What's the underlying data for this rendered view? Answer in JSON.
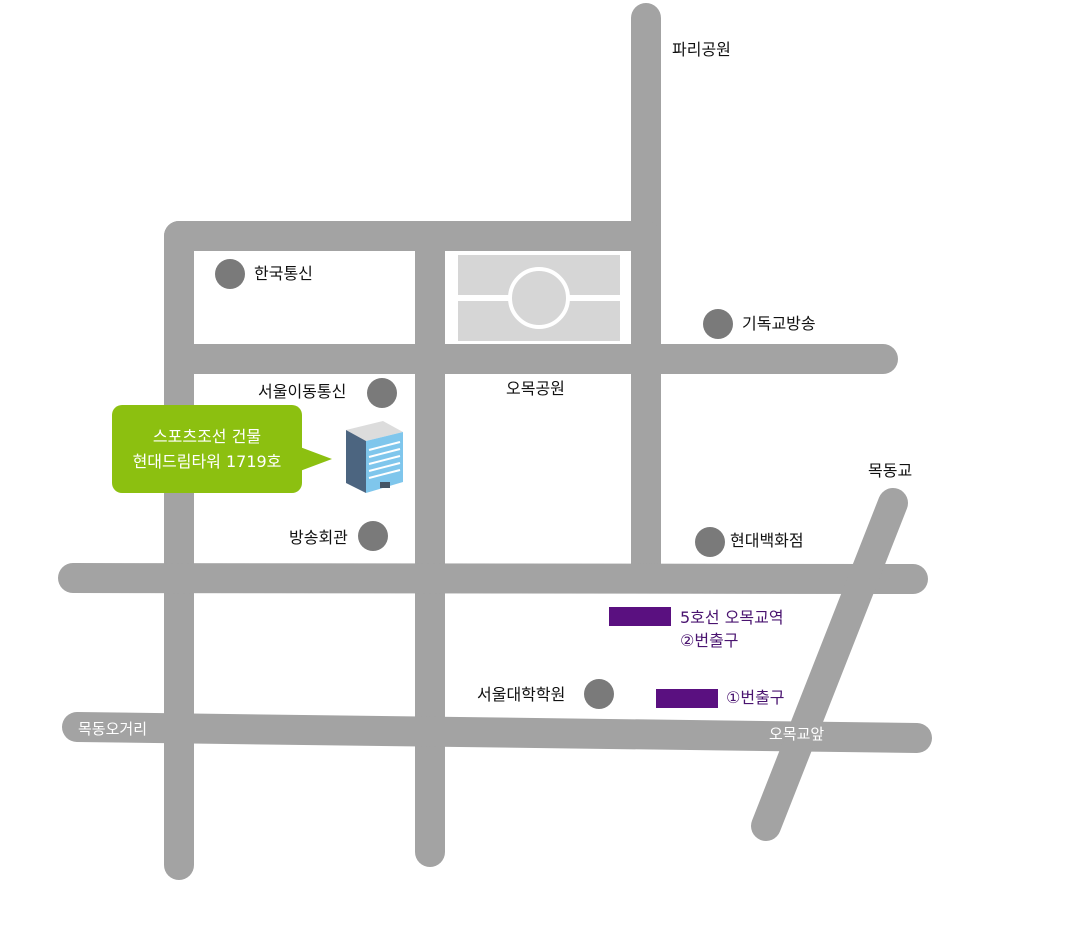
{
  "landmarks": {
    "paris_park": "파리공원",
    "korea_telecom": "한국통신",
    "christian_broadcasting": "기독교방송",
    "seoul_mobile": "서울이동통신",
    "omok_park": "오목공원",
    "broadcast_hall": "방송회관",
    "hyundai_department_store": "현대백화점",
    "seoul_graduate_school": "서울대학학원",
    "mokdong_bridge": "목동교"
  },
  "roads": {
    "mokdong_junction": "목동오거리",
    "omokgyo_front": "오목교앞"
  },
  "subway": {
    "station_label": "5호선 오목교역",
    "exit2_label": "②번출구",
    "exit1_label": "①번출구",
    "color": "#5a1080"
  },
  "destination": {
    "line1": "스포츠조선 건물",
    "line2": "현대드림타워 1719호",
    "color": "#8cc010"
  },
  "colors": {
    "road": "#a3a3a3",
    "marker": "#7a7a7a",
    "park_fill": "#d6d6d6"
  }
}
